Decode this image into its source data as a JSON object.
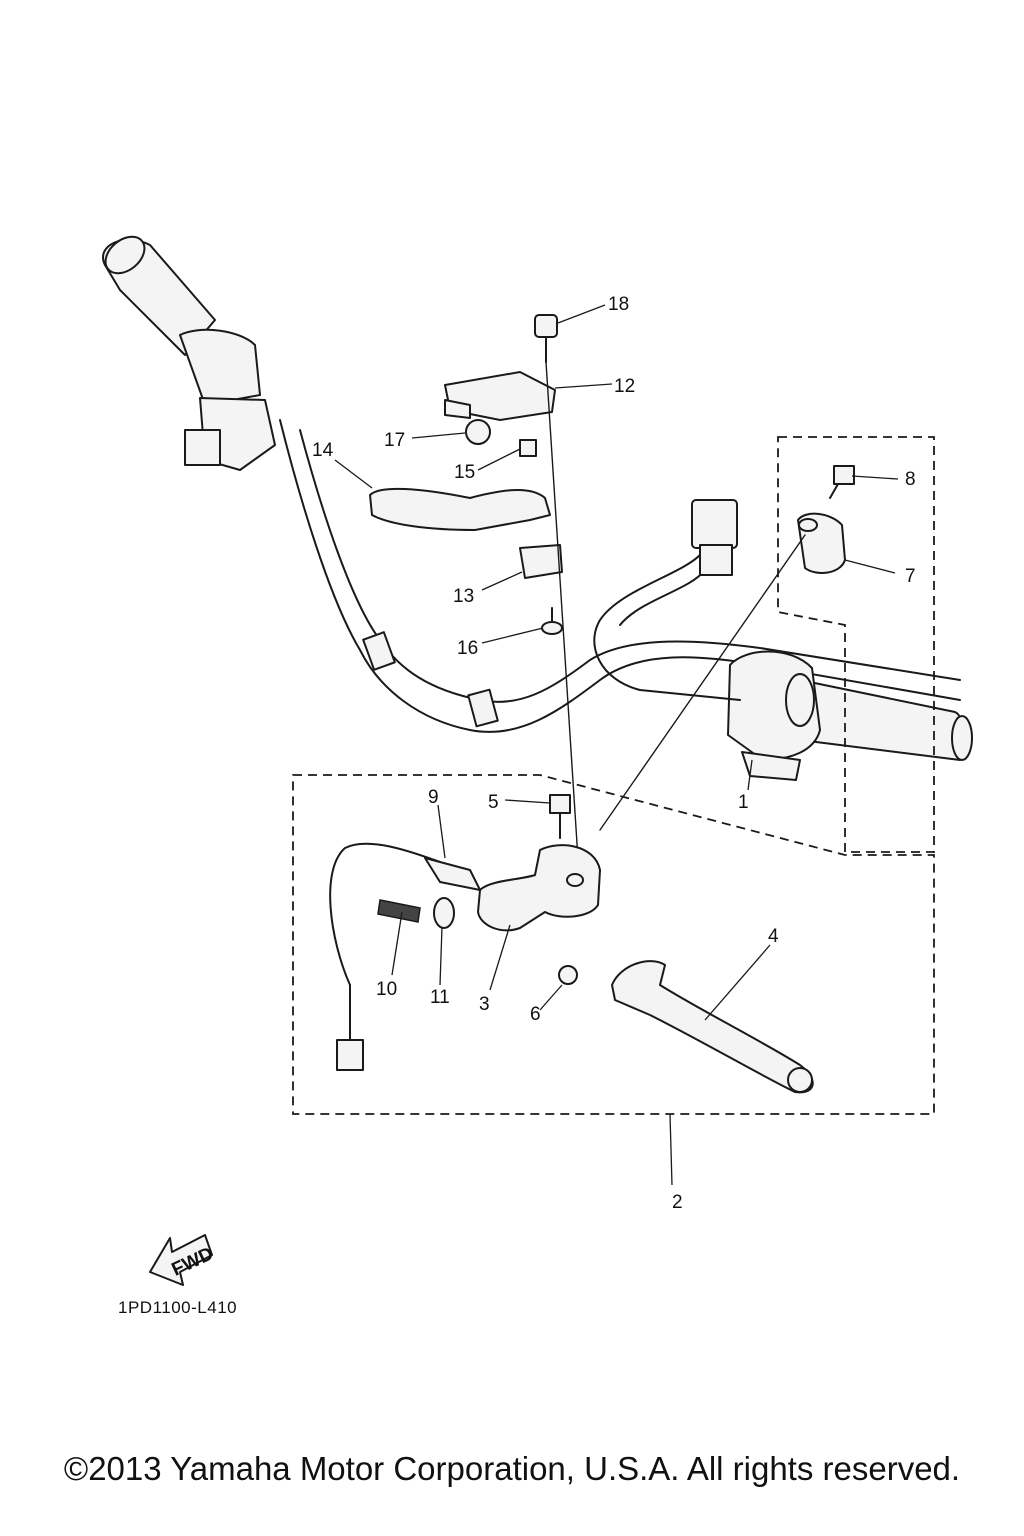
{
  "diagram": {
    "drawing_code": "1PD1100-L410",
    "fwd_label": "FWD",
    "copyright": "©2013 Yamaha Motor Corporation, U.S.A. All rights reserved.",
    "callouts": [
      "1",
      "2",
      "3",
      "4",
      "5",
      "6",
      "7",
      "8",
      "9",
      "10",
      "11",
      "12",
      "13",
      "14",
      "15",
      "16",
      "17",
      "18"
    ]
  }
}
